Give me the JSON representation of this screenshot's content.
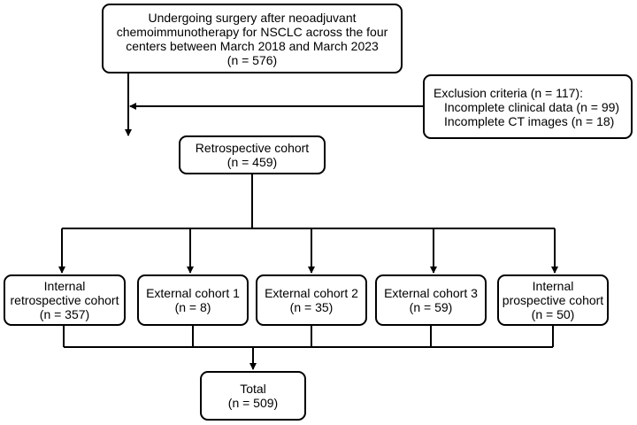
{
  "source_box": {
    "lines": [
      "Undergoing surgery after neoadjuvant",
      "chemoimmunotherapy for NSCLC across the four",
      "centers between March 2018 and March 2023",
      "(n = 576)"
    ]
  },
  "exclusion_box": {
    "lines": [
      "Exclusion criteria (n = 117):",
      "Incomplete clinical data (n = 99)",
      "Incomplete CT images (n = 18)"
    ]
  },
  "retrospective_box": {
    "lines": [
      "Retrospective cohort",
      "(n = 459)"
    ]
  },
  "cohorts": [
    {
      "lines": [
        "Internal",
        "retrospective cohort",
        "(n = 357)"
      ]
    },
    {
      "lines": [
        "External cohort 1",
        "(n = 8)"
      ]
    },
    {
      "lines": [
        "External cohort 2",
        "(n = 35)"
      ]
    },
    {
      "lines": [
        "External cohort 3",
        "(n = 59)"
      ]
    },
    {
      "lines": [
        "Internal",
        "prospective cohort",
        "(n = 50)"
      ]
    }
  ],
  "total_box": {
    "lines": [
      "Total",
      "(n = 509)"
    ]
  }
}
